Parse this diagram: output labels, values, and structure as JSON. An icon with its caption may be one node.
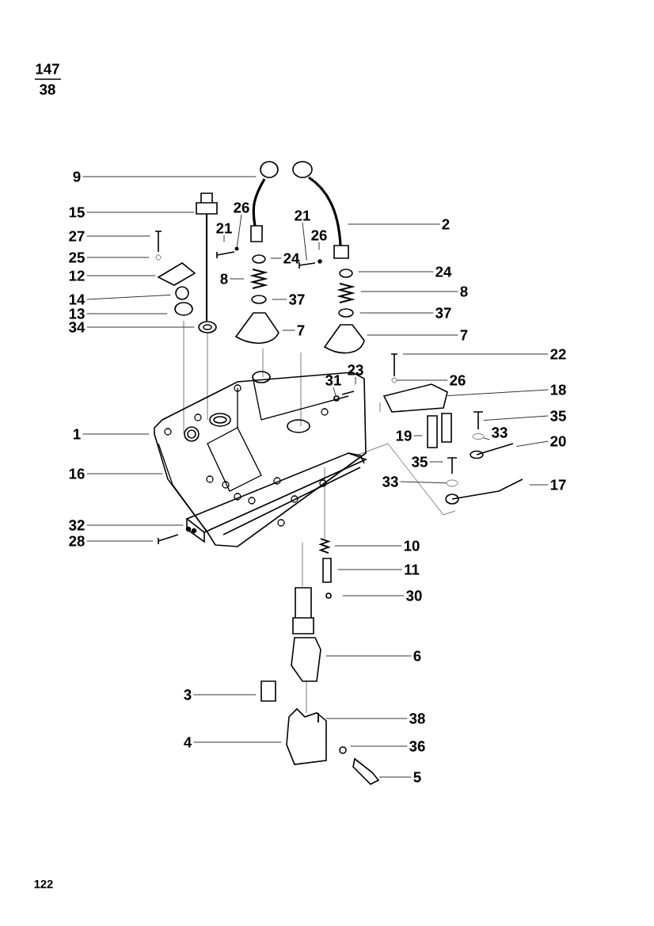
{
  "diagram": {
    "nodes": [
      {
        "text": [
          "9"
        ]
      },
      {
        "text": [
          "15"
        ]
      },
      {
        "text": [
          "26"
        ]
      },
      {
        "text": [
          "21"
        ]
      },
      {
        "text": [
          "21"
        ]
      },
      {
        "text": [
          "2"
        ]
      },
      {
        "text": [
          "27"
        ]
      },
      {
        "text": [
          "26"
        ]
      },
      {
        "text": [
          "25"
        ]
      },
      {
        "text": [
          "24"
        ]
      },
      {
        "text": [
          "24"
        ]
      },
      {
        "text": [
          "12"
        ]
      },
      {
        "text": [
          "8"
        ]
      },
      {
        "text": [
          "8"
        ]
      },
      {
        "text": [
          "14"
        ]
      },
      {
        "text": [
          "37"
        ]
      },
      {
        "text": [
          "13"
        ]
      },
      {
        "text": [
          "37"
        ]
      },
      {
        "text": [
          "34"
        ]
      },
      {
        "text": [
          "7"
        ]
      },
      {
        "text": [
          "7"
        ]
      },
      {
        "text": [
          "22"
        ]
      },
      {
        "text": [
          "23"
        ]
      },
      {
        "text": [
          "31"
        ]
      },
      {
        "text": [
          "26"
        ]
      },
      {
        "text": [
          "18"
        ]
      },
      {
        "text": [
          "35"
        ]
      },
      {
        "text": [
          "1"
        ]
      },
      {
        "text": [
          "19"
        ]
      },
      {
        "text": [
          "33"
        ]
      },
      {
        "text": [
          "20"
        ]
      },
      {
        "text": [
          "35"
        ]
      },
      {
        "text": [
          "16"
        ]
      },
      {
        "text": [
          "33"
        ]
      },
      {
        "text": [
          "17"
        ]
      },
      {
        "text": [
          "32"
        ]
      },
      {
        "text": [
          "28"
        ]
      },
      {
        "text": [
          "10"
        ]
      },
      {
        "text": [
          "11"
        ]
      },
      {
        "text": [
          "30"
        ]
      },
      {
        "text": [
          "6"
        ]
      },
      {
        "text": [
          "3"
        ]
      },
      {
        "text": [
          "38"
        ]
      },
      {
        "text": [
          "4"
        ]
      },
      {
        "text": [
          "36"
        ]
      },
      {
        "text": [
          "5"
        ]
      },
      {
        "text": [],
        "shape": "circle"
      },
      {
        "text": [],
        "shape": "picture"
      },
      {
        "text": [],
        "shape": "circle"
      },
      {
        "text": [],
        "shape": "picture"
      },
      {
        "text": [],
        "shape": "picture"
      },
      {
        "text": [],
        "shape": "picture"
      },
      {
        "text": [],
        "shape": "ellipse"
      },
      {
        "text": [],
        "shape": "circle"
      },
      {
        "text": [],
        "shape": "ellipse"
      }
    ],
    "edges": [
      {
        "from": 0,
        "to": null,
        "arrow": "none"
      },
      {
        "from": 1,
        "to": null,
        "arrow": "none"
      },
      {
        "from": 2,
        "to": 46,
        "arrow": "none"
      },
      {
        "from": 3,
        "to": null,
        "arrow": "none"
      },
      {
        "from": 4,
        "to": 47,
        "arrow": "none"
      },
      {
        "from": 5,
        "to": null,
        "arrow": "none"
      },
      {
        "from": 6,
        "to": null,
        "arrow": "none"
      },
      {
        "from": 7,
        "to": null,
        "arrow": "none"
      },
      {
        "from": 8,
        "to": null,
        "arrow": "none"
      },
      {
        "from": 9,
        "to": null,
        "arrow": "none"
      },
      {
        "from": 10,
        "to": null,
        "arrow": "none"
      },
      {
        "from": 11,
        "to": null,
        "arrow": "none"
      },
      {
        "from": 12,
        "to": null,
        "arrow": "none"
      },
      {
        "from": 13,
        "to": null,
        "arrow": "none"
      },
      {
        "from": 14,
        "to": null,
        "arrow": "none"
      },
      {
        "from": 15,
        "to": null,
        "arrow": "none"
      },
      {
        "from": 16,
        "to": null,
        "arrow": "none"
      },
      {
        "from": 17,
        "to": null,
        "arrow": "none"
      },
      {
        "from": 18,
        "to": null,
        "arrow": "none"
      },
      {
        "from": 19,
        "to": null,
        "arrow": "none"
      },
      {
        "from": 20,
        "to": null,
        "arrow": "none"
      },
      {
        "from": 21,
        "to": null,
        "arrow": "none"
      },
      {
        "from": 22,
        "to": null,
        "arrow": "none"
      },
      {
        "from": 23,
        "to": 48,
        "arrow": "none"
      },
      {
        "from": 24,
        "to": 53,
        "arrow": "none"
      },
      {
        "from": 25,
        "to": 49,
        "arrow": "none"
      },
      {
        "from": 26,
        "to": 50,
        "arrow": "none"
      },
      {
        "from": 27,
        "to": null,
        "arrow": "none"
      },
      {
        "from": 28,
        "to": null,
        "arrow": "none"
      },
      {
        "from": 29,
        "to": 54,
        "arrow": "none"
      },
      {
        "from": 30,
        "to": 51,
        "arrow": "none"
      },
      {
        "from": 31,
        "to": null,
        "arrow": "none"
      },
      {
        "from": 32,
        "to": null,
        "arrow": "none"
      },
      {
        "from": 33,
        "to": 52,
        "arrow": "none"
      },
      {
        "from": 34,
        "to": null,
        "arrow": "none"
      },
      {
        "from": 35,
        "to": null,
        "arrow": "none"
      },
      {
        "from": 36,
        "to": null,
        "arrow": "none"
      },
      {
        "from": 37,
        "to": null,
        "arrow": "none"
      },
      {
        "from": 38,
        "to": null,
        "arrow": "none"
      },
      {
        "from": 39,
        "to": null,
        "arrow": "none"
      },
      {
        "from": 40,
        "to": null,
        "arrow": "none"
      },
      {
        "from": 41,
        "to": null,
        "arrow": "none"
      },
      {
        "from": 42,
        "to": null,
        "arrow": "none"
      },
      {
        "from": 43,
        "to": null,
        "arrow": "none"
      },
      {
        "from": 44,
        "to": null,
        "arrow": "none"
      },
      {
        "from": 45,
        "to": null,
        "arrow": "none"
      }
    ],
    "labels": [
      "147",
      "38",
      "122"
    ]
  }
}
